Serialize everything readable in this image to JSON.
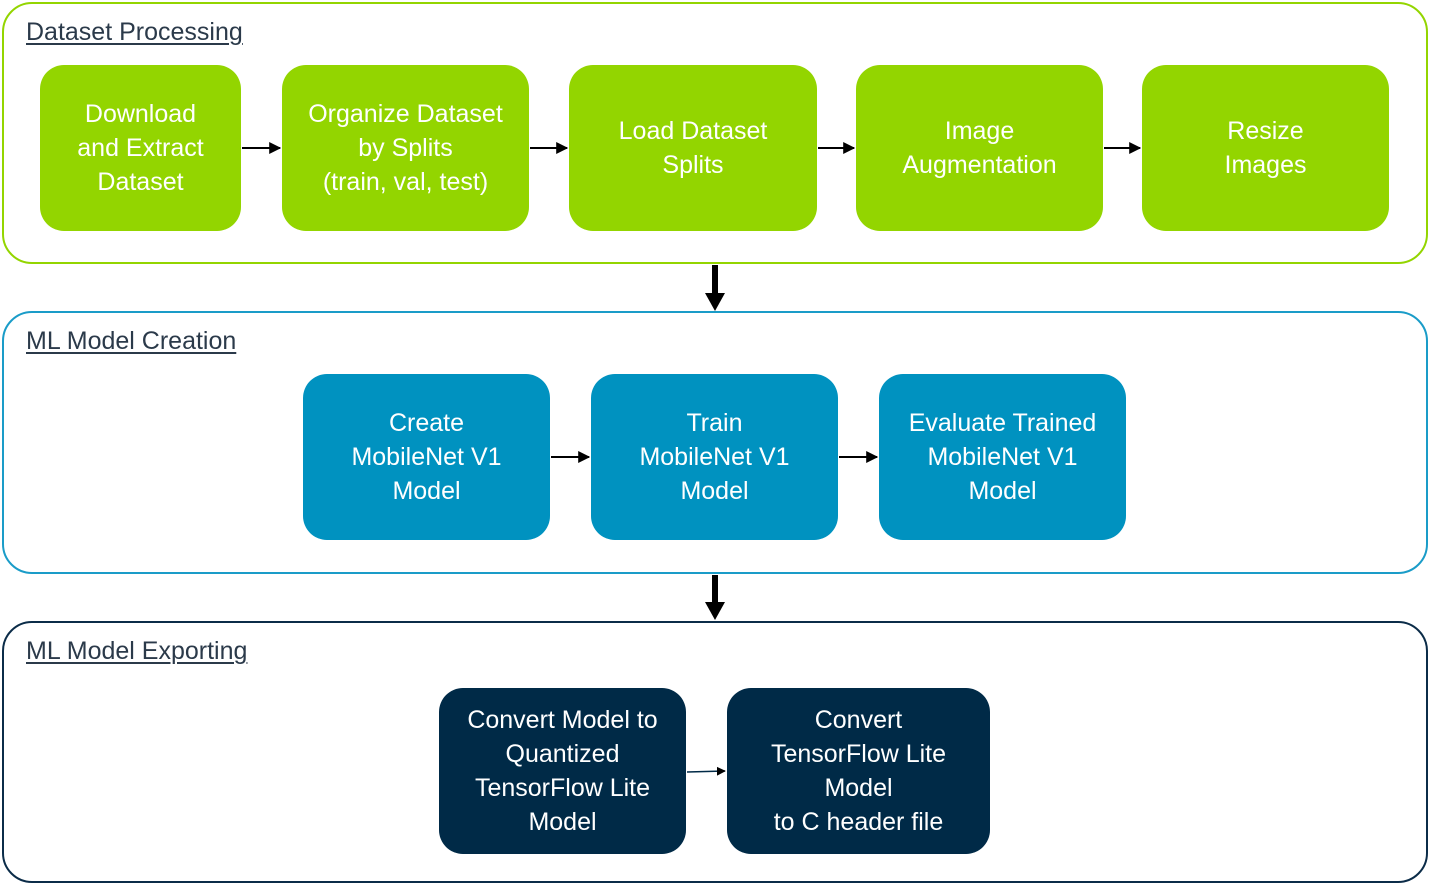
{
  "stages": [
    {
      "title": "Dataset Processing",
      "border_color": "#93d500",
      "steps": [
        {
          "label": "Download\nand Extract\nDataset"
        },
        {
          "label": "Organize Dataset\nby Splits\n(train, val, test)"
        },
        {
          "label": "Load Dataset\nSplits"
        },
        {
          "label": "Image\nAugmentation"
        },
        {
          "label": "Resize\nImages"
        }
      ]
    },
    {
      "title": "ML Model Creation",
      "border_color": "#1a9cc8",
      "steps": [
        {
          "label": "Create\nMobileNet V1\nModel"
        },
        {
          "label": "Train\nMobileNet V1\nModel"
        },
        {
          "label": "Evaluate Trained\nMobileNet V1\nModel"
        }
      ]
    },
    {
      "title": "ML Model Exporting",
      "border_color": "#0b2c48",
      "steps": [
        {
          "label": "Convert Model to\nQuantized\nTensorFlow Lite\nModel"
        },
        {
          "label": "Convert\nTensorFlow Lite\nModel\nto C header file"
        }
      ]
    }
  ],
  "colors": {
    "stage1_fill": "#93d500",
    "stage2_fill": "#0092c0",
    "stage3_fill": "#002a47",
    "title_text": "#2b3a4a",
    "arrow": "#000000"
  }
}
